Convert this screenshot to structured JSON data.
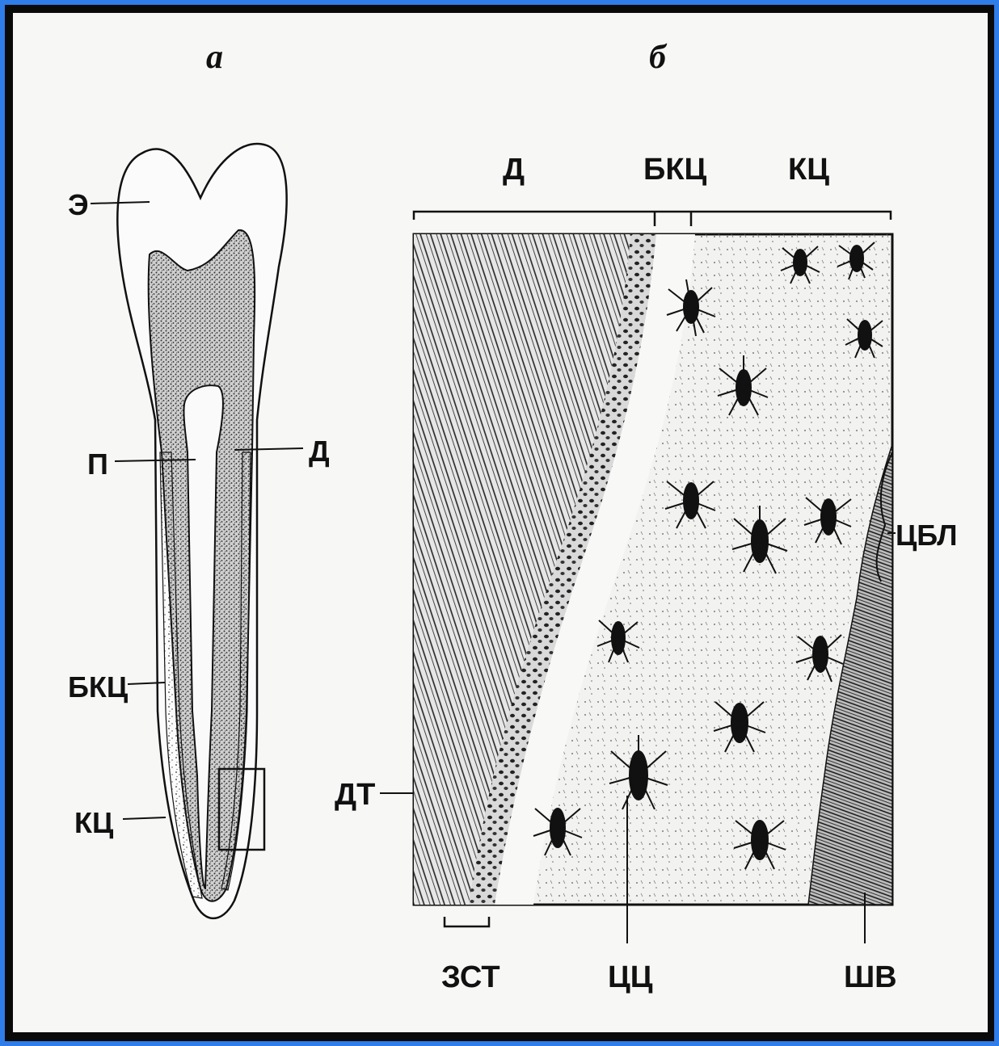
{
  "panels": {
    "a": {
      "letter": "а",
      "labels": {
        "enamel": "Э",
        "pulp": "П",
        "dentin": "Д",
        "acellular_cementum": "БКЦ",
        "cellular_cementum": "КЦ"
      }
    },
    "b": {
      "letter": "б",
      "labels": {
        "dentin_top": "Д",
        "acellular_top": "БКЦ",
        "cellular_top": "КЦ",
        "dentinal_tubules": "ДТ",
        "cementoblasts": "ЦБЛ",
        "granular_layer": "ЗСТ",
        "cementocytes": "ЦЦ",
        "sharpey_fibers": "ШВ"
      }
    }
  },
  "colors": {
    "background": "#2f7de8",
    "frame": "#0a0a0a",
    "sheet": "#f7f7f5",
    "ink": "#111111"
  }
}
